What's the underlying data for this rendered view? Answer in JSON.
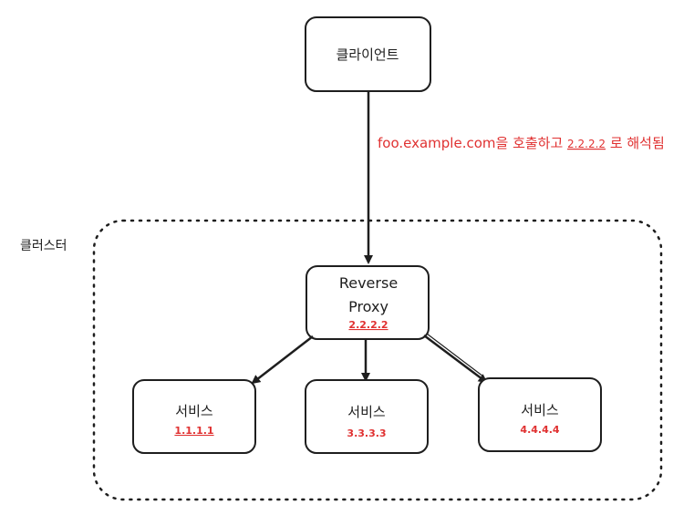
{
  "client": {
    "label": "클라이언트"
  },
  "request_note": {
    "prefix": "foo.example.com을 호출하고 ",
    "ip": "2.2.2.2",
    "suffix": "로 해석됨"
  },
  "cluster": {
    "label": "클러스터"
  },
  "proxy": {
    "line1": "Reverse",
    "line2": "Proxy",
    "ip": "2.2.2.2"
  },
  "services": [
    {
      "label": "서비스",
      "ip": "1.1.1.1"
    },
    {
      "label": "서비스",
      "ip": "3.3.3.3"
    },
    {
      "label": "서비스",
      "ip": "4.4.4.4"
    }
  ],
  "colors": {
    "stroke": "#1e1e1e",
    "accent": "#e03131"
  }
}
